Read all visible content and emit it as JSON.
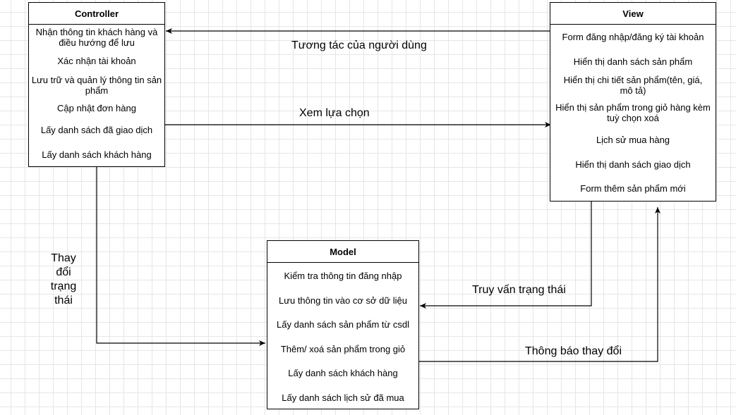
{
  "controller": {
    "title": "Controller",
    "items": [
      "Nhận thông tin khách hàng và điều hướng để lưu",
      "Xác nhận tài khoản",
      "Lưu trữ và quản lý thông tin sản phẩm",
      "Cập nhật đơn hàng",
      "Lấy danh sách đã giao dịch",
      "Lấy danh sách khách hàng"
    ]
  },
  "view": {
    "title": "View",
    "items": [
      "Form đăng nhập/đăng ký tài khoản",
      "Hiển thị danh sách sản phẩm",
      "Hiển thị chi tiết sản phẩm(tên, giá, mô tả)",
      "Hiển thị sản phẩm trong giỏ hàng kèm tuỳ chọn xoá",
      "Lịch sử mua hàng",
      "Hiển thị danh sách giao dịch",
      "Form thêm sản phẩm mới"
    ]
  },
  "model": {
    "title": "Model",
    "items": [
      "Kiểm tra thông tin đăng nhập",
      "Lưu thông tin vào cơ sở dữ liệu",
      "Lấy danh sách sản phẩm từ csdl",
      "Thêm/ xoá sản phẩm trong giỏ",
      "Lấy danh sách khách hàng",
      "Lấy danh sách lịch sử đã mua"
    ]
  },
  "edges": {
    "view_to_controller": "Tương tác của người dùng",
    "controller_to_view": "Xem lựa chọn",
    "controller_to_model": "Thay đổi trạng thái",
    "view_to_model": "Truy vấn trạng thái",
    "model_to_view": "Thông báo thay đổi"
  }
}
